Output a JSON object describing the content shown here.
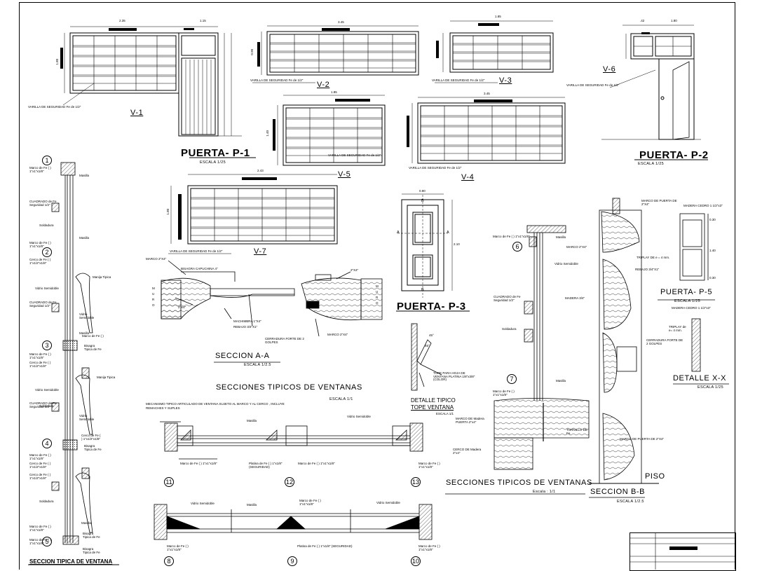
{
  "windows": {
    "v1": {
      "name": "V-1",
      "width_left": "2.35",
      "width_right": "1.15",
      "height": "1.80",
      "bar_note": "VARILLA DE SEGURIDAD Fe de 1/2\""
    },
    "v2": {
      "name": "V-2",
      "width": "3.45",
      "height": "0.90",
      "bar_note": "VARILLA DE SEGURIDAD Fe de 1/2\""
    },
    "v3": {
      "name": "V-3",
      "width": "1.85",
      "bar_note": "VARILLA DE SEGURIDAD Fe de 1/2\""
    },
    "v4": {
      "name": "V-4",
      "width": "3.45",
      "bar_note": "VARILLA DE SEGURIDAD Fe de 1/2\""
    },
    "v5": {
      "name": "V-5",
      "width": "1.85",
      "height": "1.40",
      "bar_note": "VARILLA DE SEGURIDAD Fe de 1/2\""
    },
    "v6": {
      "name": "V-6",
      "width_left": ".42",
      "width_right": "1.80",
      "bar_note": "VARILLA DE SEGURIDAD Fe de 1/2\""
    },
    "v7": {
      "name": "V-7",
      "width": "2.43",
      "height": "1.80",
      "bar_note": "VARILLA DE SEGURIDAD Fe de 1/2\""
    }
  },
  "doors": {
    "p1": {
      "title": "PUERTA- P-1",
      "scale": "ESCALA 1/25"
    },
    "p2": {
      "title": "PUERTA- P-2",
      "scale": "ESCALA 1/25"
    },
    "p3": {
      "title": "PUERTA- P-3",
      "width": "0.90",
      "height": "2.10"
    },
    "p5": {
      "title": "PUERTA- P-5",
      "scale": "ESCALA 1/25",
      "dim1": "0.30",
      "dim2": "1.40",
      "dim3": "0.30",
      "note_madera": "MADERA CEDRO 1 1/2\"x3\"",
      "note_triplay": "TRIPLAY DE e = 4 mm.",
      "note_rebajo": "REBAJO 3/4\"X1\""
    }
  },
  "section_aa": {
    "title": "SECCION A-A",
    "scale": "ESCALA 1/2.5",
    "muro_left": "MURO",
    "muro_right": "MURO",
    "notes": [
      "MARCO 2\"X4\"",
      "BISAGRA CAPUCHINA 4\"",
      "2\"X4\"",
      "MACHIMBRA 1\"X4\"",
      "REBAJO 3/4\"X1\"",
      "CERRADURA FORTE DE 2 GOLPES",
      "MARCO 2\"X4\"",
      "2\"X4\""
    ]
  },
  "sections_left": {
    "title": "SECCION TIPICA DE VENTANA",
    "circles": [
      "1",
      "2",
      "3",
      "4",
      "5"
    ],
    "notes": [
      "Marco de Fe ( ) 1\"x1\"x1/8\"",
      "Masilla",
      "CUADRADO de Fe Seguridad 1/2\"",
      "Soldadura",
      "Masilla",
      "Marco de Fe ( ) 1\"x1\"x1/8\"",
      "Cerco de Fe ( ) 1\"x1/2\"x1/8\"",
      "Vidrio Semidoble",
      "Manija Tipica",
      "CUADRADO de Fe Seguridad 1/2\"",
      "Vidrio Semidoble",
      "Marco de Fe ( )",
      "Bisagra Tipica de Fe",
      "Masilla",
      "Marco de Fe ( ) 1\"x1\"x1/8\"",
      "Cerco de Fe ( ) 1\"x1/2\"x1/8\"",
      "Manija Tipica",
      "Vidrio Semidoble",
      "CUADRADO de Fe Seguridad 1/2\"",
      "Vidrio Semidoble",
      "Cerco de Fe ( ) 1\"x1/2\"x1/8\"",
      "Bisagra Tipica de Fe",
      "Marco de Fe ( ) 1\"x1\"x1/8\"",
      "Cerco de Fe ( ) 1\"x1/2\"x1/8\"",
      "Soldadura",
      "Masilla",
      "Marco de Fe ( ) 1\"x1\"x1/8\"",
      "Cerco de Fe ( ) 1\"x1/2\"x1/8\"",
      "Bisagra Tipica de Fe",
      "Soldadura",
      "Marco de Fe ( ) 1\"x1\"x1/8\"",
      "Bisagra Tipica de Fe"
    ]
  },
  "sections_mid": {
    "title": "SECCIONES TIPICOS DE VENTANAS",
    "scale": "ESCALA 1/1",
    "mech_note": "MECANISMO TIPICO ARTICULADO DE VENTANA SUJETO AL MARCO Y AL CERCO , INCLUYE REMACHES Y SUPLES",
    "circles_top": [
      "11",
      "12",
      "13"
    ],
    "circles_bottom": [
      "8",
      "9",
      "10"
    ],
    "notes_top": [
      "Masilla",
      "Vidrio Semidoble",
      "Marco de Fe ( ) 1\"x1\"x1/8\"",
      "Platina de Fe ( ) 1\"x1/8\" (SEGURIDAD)",
      "Marco de Fe ( ) 1\"x1\"x1/8\"",
      "Marco de Fe ( ) 1\"x1\"x1/8\""
    ],
    "notes_bottom": [
      "Vidrio Semidoble",
      "Masilla",
      "Marco de Fe ( ) 1\"x1\"x1/8\"",
      "Vidrio Semidoble",
      "Marco de Fe ( ) 1\"x1\"x1/8\"",
      "Platina de Fe ( ) 1\"x1/8\" (SEGURIDAD)",
      "Marco de Fe ( ) 1\"x1\"x1/8\""
    ]
  },
  "detalle_tope": {
    "title1": "DETALLE TIPICO",
    "title2": "TOPE VENTANA",
    "scale": "ESCALA 1/1",
    "angle1": "45°",
    "angle2": "45°",
    "note": "TOPE PARA HOJA DE VENTANA PLATINA 1/8\"x3/8\" (COLOR)"
  },
  "sections_right": {
    "title": "SECCIONES TIPICOS DE VENTANAS",
    "scale": "Escala : 1/1",
    "circles": [
      "6",
      "7"
    ],
    "notes": [
      "Marco de Fe ( ) 1\"x1\"x1/8\"",
      "Masilla",
      "Vidrio Semidoble",
      "CUADRADO de Fe Seguridad 1/2\"",
      "Soldadura",
      "Masilla",
      "Marco de Fe ( ) 1\"x1\"x1/8\"",
      "MARCO DE Madera PUERTA 2\"x4\"",
      "CERCO DE Madera 2\"x4\"",
      "TORNILLO DE Fe."
    ]
  },
  "section_bb": {
    "title": "SECCION B-B",
    "scale": "ESCALA 1/2.5",
    "piso": "PISO",
    "notes": [
      "MARCO DE PUERTA DE 2\"X4\"",
      "MARCO 2\"X4\"",
      "MADERA 3/4\"",
      "CERRADURA FORTE DE 2 GOLPES",
      "MARCO DE PUERTA DE 2\"X4\""
    ]
  },
  "detalle_xx": {
    "title": "DETALLE X-X",
    "scale": "ESCALA 1/25",
    "note_madera": "MADERA CEDRO 1 1/2\"x3\"",
    "note_triplay": "TRIPLAY de e= 4 mm."
  },
  "section_letters": {
    "a": "A",
    "b": "B"
  }
}
